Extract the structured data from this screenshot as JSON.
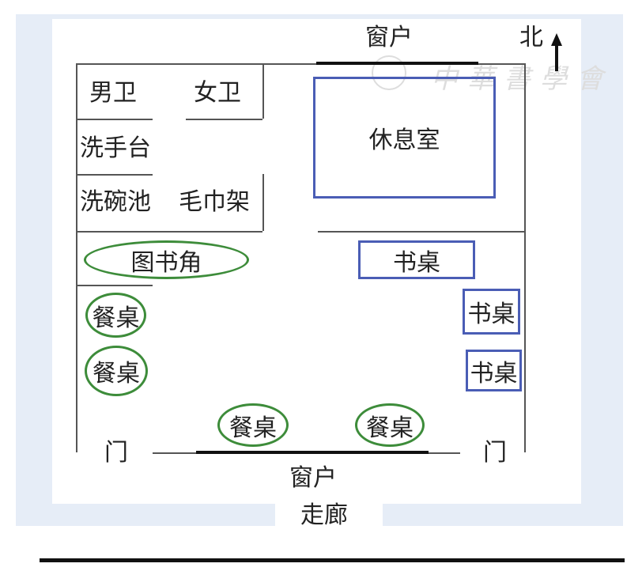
{
  "labels": {
    "window_top": "窗户",
    "north": "北",
    "men_restroom": "男卫",
    "women_restroom": "女卫",
    "wash_basin": "洗手台",
    "dish_sink": "洗碗池",
    "towel_rack": "毛巾架",
    "lounge": "休息室",
    "reading_corner": "图书角",
    "desks": [
      "书桌",
      "书桌",
      "书桌"
    ],
    "dining_tables": [
      "餐桌",
      "餐桌",
      "餐桌",
      "餐桌"
    ],
    "door_left": "门",
    "door_right": "门",
    "window_bottom": "窗户",
    "corridor": "走廊"
  },
  "watermark": "中華書學會",
  "colors": {
    "desk_border": "#4a5db5",
    "table_border": "#3d8c3a",
    "background": "#e6edf7"
  }
}
